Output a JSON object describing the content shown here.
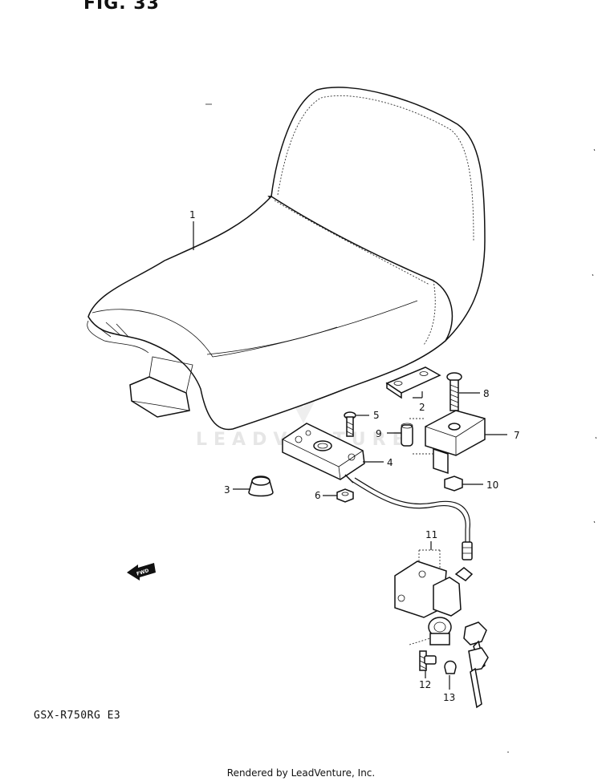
{
  "figure": {
    "title": "FIG. 33",
    "model": "GSX-R750RG  E3",
    "footer": "Rendered by LeadVenture, Inc.",
    "watermark": "LEADVENTURE",
    "fwd_label": "FWD"
  },
  "callouts": [
    {
      "id": "1",
      "part": "seat"
    },
    {
      "id": "2",
      "part": "plate"
    },
    {
      "id": "3",
      "part": "cushion"
    },
    {
      "id": "4",
      "part": "lock-plate"
    },
    {
      "id": "5",
      "part": "screw"
    },
    {
      "id": "6",
      "part": "nut"
    },
    {
      "id": "7",
      "part": "seat-lock-bracket"
    },
    {
      "id": "8",
      "part": "bolt"
    },
    {
      "id": "9",
      "part": "spacer"
    },
    {
      "id": "10",
      "part": "nut"
    },
    {
      "id": "11",
      "part": "seat-lock-assembly"
    },
    {
      "id": "12",
      "part": "screw"
    },
    {
      "id": "13",
      "part": "cap"
    }
  ]
}
